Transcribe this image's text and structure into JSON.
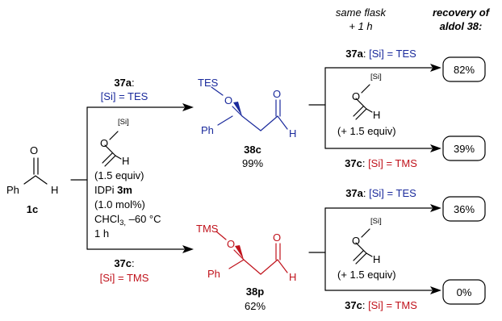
{
  "header": {
    "same_flask_line1": "same flask",
    "same_flask_line2": "+ 1 h",
    "recovery_line1": "recovery of",
    "recovery_line2": "aldol 38:"
  },
  "start_material": {
    "label": "1c",
    "atom_ph": "Ph",
    "atom_o": "O",
    "atom_h": "H"
  },
  "top_branch": {
    "reagent_label": "37a",
    "reagent_colon": ":",
    "silyl_def": "[Si] = TES"
  },
  "bottom_branch": {
    "reagent_label": "37c",
    "reagent_colon": ":",
    "silyl_def": "[Si] = TMS"
  },
  "vinyl_ether": {
    "atom_o": "O",
    "atom_si": "[Si]",
    "atom_h": "H"
  },
  "conditions": {
    "line1": "(1.5 equiv)",
    "line2_prefix": "IDPi ",
    "line2_bold": "3m",
    "line3": "(1.0 mol%)",
    "line4_a": "CHCl",
    "line4_sub": "3,",
    "line4_b": " –60 °C",
    "line5": "1 h"
  },
  "product_top": {
    "silyl": "TES",
    "atom_o": "O",
    "atom_ph": "Ph",
    "atom_o2": "O",
    "atom_h": "H",
    "label": "38c",
    "yield": "99%"
  },
  "product_bottom": {
    "silyl": "TMS",
    "atom_o": "O",
    "atom_ph": "Ph",
    "atom_o2": "O",
    "atom_h": "H",
    "label": "38p",
    "yield": "62%"
  },
  "crossover_top": {
    "upper_label": "37a",
    "upper_colon": ": ",
    "upper_def": "[Si] = TES",
    "equiv": "(+ 1.5 equiv)",
    "lower_label": "37c",
    "lower_colon": ": ",
    "lower_def": "[Si] = TMS",
    "result_upper": "82%",
    "result_lower": "39%"
  },
  "crossover_bottom": {
    "upper_label": "37a",
    "upper_colon": ": ",
    "upper_def": "[Si] = TES",
    "equiv": "(+ 1.5 equiv)",
    "lower_label": "37c",
    "lower_colon": ": ",
    "lower_def": "[Si] = TMS",
    "result_upper": "36%",
    "result_lower": "0%"
  },
  "colors": {
    "tes": "#1a2a9c",
    "tms": "#c0121b",
    "ink": "#000000"
  }
}
